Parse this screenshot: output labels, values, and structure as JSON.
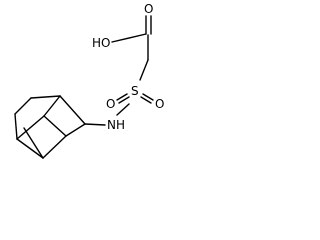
{
  "molecule": {
    "labels": {
      "hydroxyl": "HO",
      "carbonyl_oxygen": "O",
      "sulfur": "S",
      "sulfonyl_oxygen_1": "O",
      "sulfonyl_oxygen_2": "O",
      "amine": "NH"
    }
  }
}
